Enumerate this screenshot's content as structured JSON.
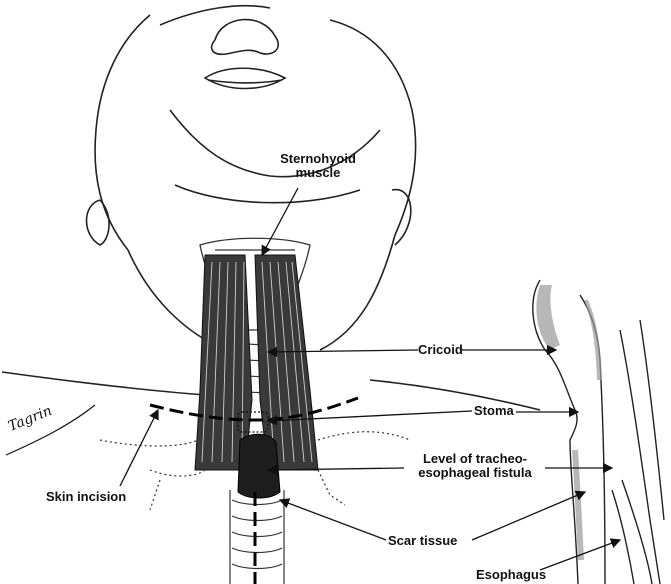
{
  "labels": {
    "sternohyoid_line1": "Sternohyoid",
    "sternohyoid_line2": "muscle",
    "cricoid": "Cricoid",
    "stoma": "Stoma",
    "level_line1": "Level of tracheo-",
    "level_line2": "esophageal fistula",
    "skin_incision": "Skin incision",
    "scar_tissue": "Scar tissue",
    "esophagus": "Esophagus"
  },
  "signature": "Tagrin"
}
